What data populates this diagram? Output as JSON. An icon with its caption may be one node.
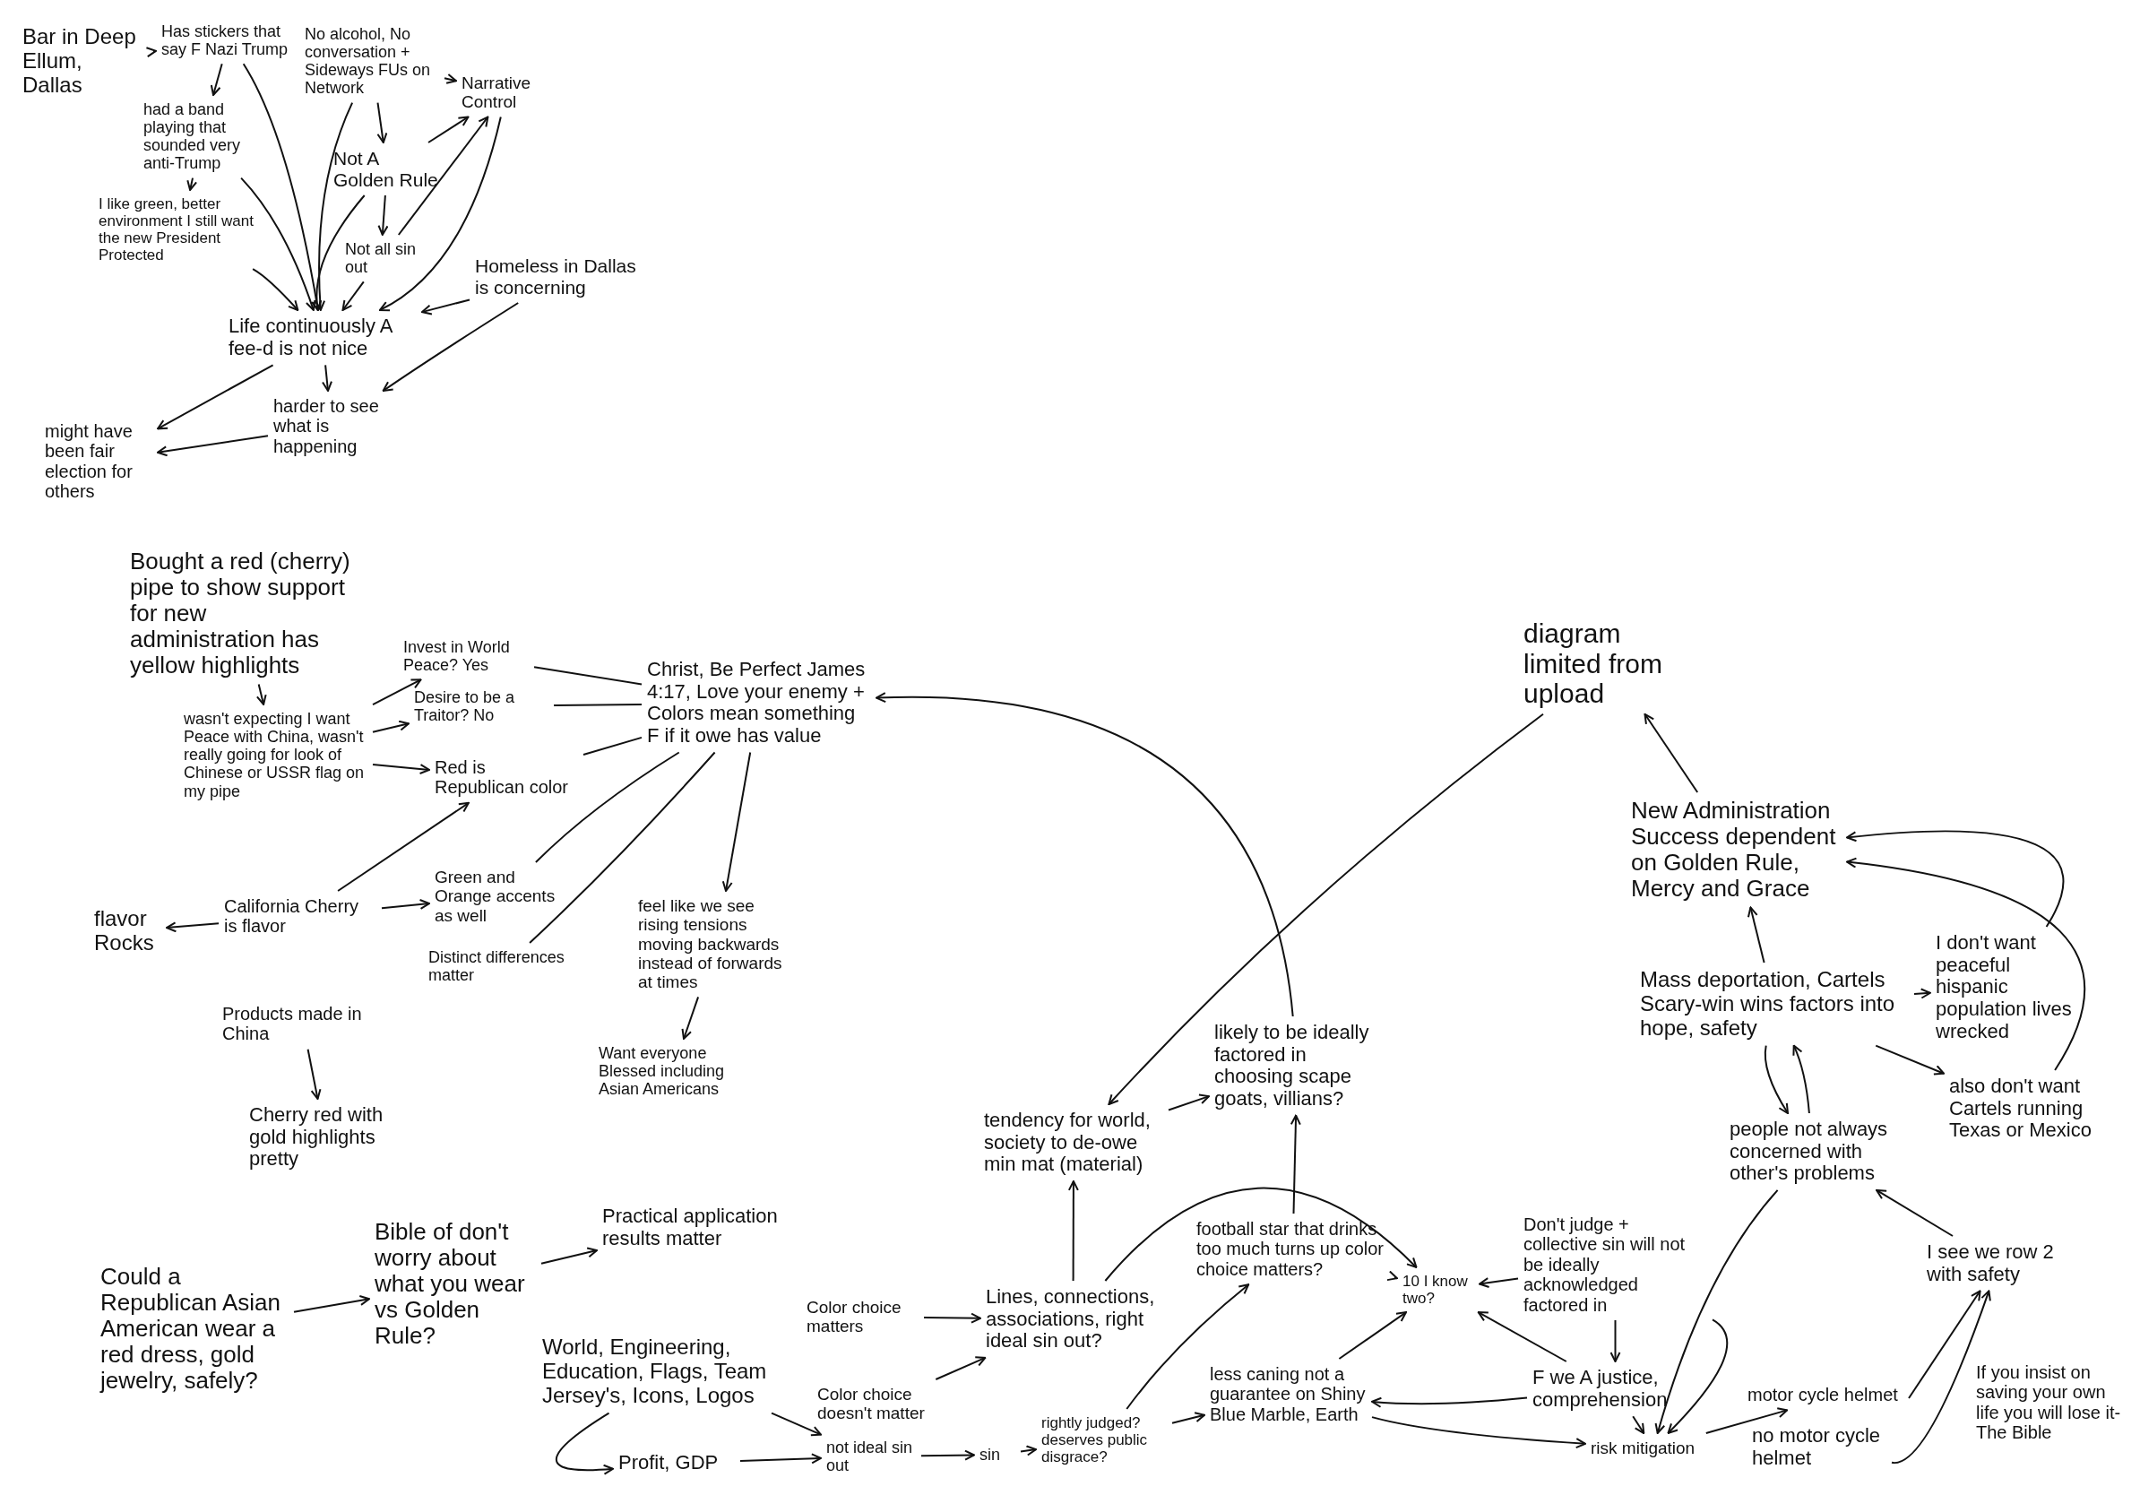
{
  "diagram": {
    "nodes": [
      {
        "text": [
          "Bar in Deep Ellum, Dallas"
        ]
      },
      {
        "text": [
          "Has stickers that say F Nazi Trump"
        ]
      },
      {
        "text": [
          "had a band playing that sounded very anti-Trump"
        ]
      },
      {
        "text": [
          "I like green, better environment I still want the new President Protected"
        ]
      },
      {
        "text": [
          "No alcohol, No conversation + Sideways FUs on Network"
        ]
      },
      {
        "text": [
          "Narrative Control"
        ]
      },
      {
        "text": [
          "Not A Golden Rule"
        ]
      },
      {
        "text": [
          "Not all sin out"
        ]
      },
      {
        "text": [
          "Homeless in Dallas is concerning"
        ]
      },
      {
        "text": [
          "Life continuously A fee-d is not nice"
        ]
      },
      {
        "text": [
          "harder to see what is happening"
        ]
      },
      {
        "text": [
          "might have been fair election for others"
        ]
      },
      {
        "text": [
          "Bought a red (cherry) pipe to show support for new administration has yellow highlights"
        ]
      },
      {
        "text": [
          "wasn't expecting I want Peace with China, wasn't really going for look of Chinese or USSR flag on my pipe"
        ]
      },
      {
        "text": [
          "Invest in World Peace? Yes"
        ]
      },
      {
        "text": [
          "Desire to be a Traitor? No"
        ]
      },
      {
        "text": [
          "Red is Republican color"
        ]
      },
      {
        "text": [
          "Christ, Be Perfect James 4:17, Love your enemy + Colors mean something F if it owe has value"
        ]
      },
      {
        "text": [
          "California Cherry is flavor"
        ]
      },
      {
        "text": [
          "flavor Rocks"
        ]
      },
      {
        "text": [
          "Green and Orange accents as well"
        ]
      },
      {
        "text": [
          "Distinct differences matter"
        ]
      },
      {
        "text": [
          "feel like we see rising tensions moving backwards instead of forwards at times"
        ]
      },
      {
        "text": [
          "Want everyone Blessed including Asian Americans"
        ]
      },
      {
        "text": [
          "Products made in China"
        ]
      },
      {
        "text": [
          "Cherry red with gold highlights pretty"
        ]
      },
      {
        "text": [
          "Could a Republican Asian American wear a red dress, gold jewelry, safely?"
        ]
      },
      {
        "text": [
          "Bible of don't worry about what you wear vs Golden Rule?"
        ]
      },
      {
        "text": [
          "Practical application results matter"
        ]
      },
      {
        "text": [
          "World, Engineering, Education, Flags, Team Jersey's, Icons, Logos"
        ]
      },
      {
        "text": [
          "Profit, GDP"
        ]
      },
      {
        "text": [
          "not ideal sin out"
        ]
      },
      {
        "text": [
          "sin"
        ]
      },
      {
        "text": [
          "rightly judged? deserves public disgrace?"
        ]
      },
      {
        "text": [
          "Color choice matters"
        ]
      },
      {
        "text": [
          "Color choice doesn't matter"
        ]
      },
      {
        "text": [
          "Lines, connections, associations, right ideal sin out?"
        ]
      },
      {
        "text": [
          "tendency for world, society to de-owe min mat (material)"
        ]
      },
      {
        "text": [
          "likely to be ideally factored in choosing scape goats, villians?"
        ]
      },
      {
        "text": [
          "football star that drinks too much turns up color choice matters?"
        ]
      },
      {
        "text": [
          "10 I know two?"
        ]
      },
      {
        "text": [
          "less caning not a guarantee on Shiny Blue Marble, Earth"
        ]
      },
      {
        "text": [
          "Don't judge + collective sin will not be ideally acknowledged factored in"
        ]
      },
      {
        "text": [
          "F we A justice, comprehension"
        ]
      },
      {
        "text": [
          "risk mitigation"
        ]
      },
      {
        "text": [
          "motor cycle helmet"
        ]
      },
      {
        "text": [
          "no motor cycle helmet"
        ]
      },
      {
        "text": [
          "I see we row 2 with safety"
        ]
      },
      {
        "text": [
          "people not always concerned with other's problems"
        ]
      },
      {
        "text": [
          "Mass deportation, Cartels Scary-win wins factors into hope, safety"
        ]
      },
      {
        "text": [
          "New Administration Success dependent on Golden Rule, Mercy and Grace"
        ]
      },
      {
        "text": [
          "diagram limited from upload"
        ]
      },
      {
        "text": [
          "I don't want peaceful hispanic population lives wrecked"
        ]
      },
      {
        "text": [
          "also don't want Cartels running Texas or Mexico"
        ]
      }
    ],
    "edges": [
      {
        "from": 0,
        "to": 1,
        "arrow": "to"
      },
      {
        "from": 1,
        "to": 2,
        "arrow": "to"
      },
      {
        "from": 2,
        "to": 3,
        "arrow": "to"
      },
      {
        "from": 1,
        "to": 9,
        "arrow": "to"
      },
      {
        "from": 2,
        "to": 9,
        "arrow": "to"
      },
      {
        "from": 3,
        "to": 9,
        "arrow": "to"
      },
      {
        "from": 4,
        "to": 9,
        "arrow": "to"
      },
      {
        "from": 6,
        "to": 9,
        "arrow": "to"
      },
      {
        "from": 7,
        "to": 9,
        "arrow": "to"
      },
      {
        "from": 4,
        "to": 5,
        "arrow": "to"
      },
      {
        "from": 4,
        "to": 6,
        "arrow": "to"
      },
      {
        "from": 6,
        "to": 5,
        "arrow": "to"
      },
      {
        "from": 7,
        "to": 5,
        "arrow": "to"
      },
      {
        "from": 5,
        "to": 9,
        "arrow": "to"
      },
      {
        "from": 6,
        "to": 7,
        "arrow": "to"
      },
      {
        "from": 8,
        "to": 9,
        "arrow": "to"
      },
      {
        "from": 8,
        "to": 10,
        "arrow": "to"
      },
      {
        "from": 9,
        "to": 10,
        "arrow": "to"
      },
      {
        "from": 9,
        "to": 11,
        "arrow": "to"
      },
      {
        "from": 10,
        "to": 11,
        "arrow": "to"
      },
      {
        "from": 12,
        "to": 13,
        "arrow": "to"
      },
      {
        "from": 13,
        "to": 14,
        "arrow": "to"
      },
      {
        "from": 13,
        "to": 15,
        "arrow": "to"
      },
      {
        "from": 13,
        "to": 16,
        "arrow": "to"
      },
      {
        "from": 18,
        "to": 16,
        "arrow": "to"
      },
      {
        "from": 18,
        "to": 20,
        "arrow": "to"
      },
      {
        "from": 18,
        "to": 19,
        "arrow": "to"
      },
      {
        "from": 14,
        "to": 17,
        "arrow": "none"
      },
      {
        "from": 15,
        "to": 17,
        "arrow": "none"
      },
      {
        "from": 16,
        "to": 17,
        "arrow": "none"
      },
      {
        "from": 20,
        "to": 17,
        "arrow": "none"
      },
      {
        "from": 21,
        "to": 17,
        "arrow": "none"
      },
      {
        "from": 17,
        "to": 22,
        "arrow": "to"
      },
      {
        "from": 22,
        "to": 23,
        "arrow": "to"
      },
      {
        "from": 24,
        "to": 25,
        "arrow": "to"
      },
      {
        "from": 26,
        "to": 27,
        "arrow": "to"
      },
      {
        "from": 27,
        "to": 28,
        "arrow": "to"
      },
      {
        "from": 29,
        "to": 30,
        "arrow": "to"
      },
      {
        "from": 29,
        "to": 31,
        "arrow": "to"
      },
      {
        "from": 30,
        "to": 31,
        "arrow": "to"
      },
      {
        "from": 31,
        "to": 32,
        "arrow": "to"
      },
      {
        "from": 32,
        "to": 33,
        "arrow": "to"
      },
      {
        "from": 34,
        "to": 36,
        "arrow": "to"
      },
      {
        "from": 35,
        "to": 36,
        "arrow": "to"
      },
      {
        "from": 36,
        "to": 37,
        "arrow": "to"
      },
      {
        "from": 37,
        "to": 38,
        "arrow": "to"
      },
      {
        "from": 39,
        "to": 38,
        "arrow": "to"
      },
      {
        "from": 33,
        "to": 39,
        "arrow": "to"
      },
      {
        "from": 39,
        "to": 40,
        "arrow": "to"
      },
      {
        "from": 36,
        "to": 40,
        "arrow": "to"
      },
      {
        "from": 33,
        "to": 41,
        "arrow": "to"
      },
      {
        "from": 41,
        "to": 40,
        "arrow": "to"
      },
      {
        "from": 41,
        "to": 44,
        "arrow": "to"
      },
      {
        "from": 42,
        "to": 40,
        "arrow": "to"
      },
      {
        "from": 42,
        "to": 43,
        "arrow": "to"
      },
      {
        "from": 42,
        "to": 44,
        "arrow": "to"
      },
      {
        "from": 43,
        "to": 40,
        "arrow": "to"
      },
      {
        "from": 43,
        "to": 41,
        "arrow": "to"
      },
      {
        "from": 43,
        "to": 44,
        "arrow": "to"
      },
      {
        "from": 44,
        "to": 45,
        "arrow": "to"
      },
      {
        "from": 45,
        "to": 47,
        "arrow": "to"
      },
      {
        "from": 46,
        "to": 47,
        "arrow": "to"
      },
      {
        "from": 47,
        "to": 48,
        "arrow": "to"
      },
      {
        "from": 48,
        "to": 44,
        "arrow": "to"
      },
      {
        "from": 49,
        "to": 48,
        "arrow": "to"
      },
      {
        "from": 48,
        "to": 49,
        "arrow": "to"
      },
      {
        "from": 49,
        "to": 50,
        "arrow": "to"
      },
      {
        "from": 50,
        "to": 51,
        "arrow": "to"
      },
      {
        "from": 51,
        "to": 37,
        "arrow": "to"
      },
      {
        "from": 38,
        "to": 17,
        "arrow": "to"
      },
      {
        "from": 49,
        "to": 52,
        "arrow": "to"
      },
      {
        "from": 49,
        "to": 53,
        "arrow": "to"
      },
      {
        "from": 52,
        "to": 50,
        "arrow": "to"
      },
      {
        "from": 53,
        "to": 50,
        "arrow": "to"
      }
    ],
    "labels": [
      "If you insist on saving your own life you will lose it-The Bible"
    ]
  }
}
